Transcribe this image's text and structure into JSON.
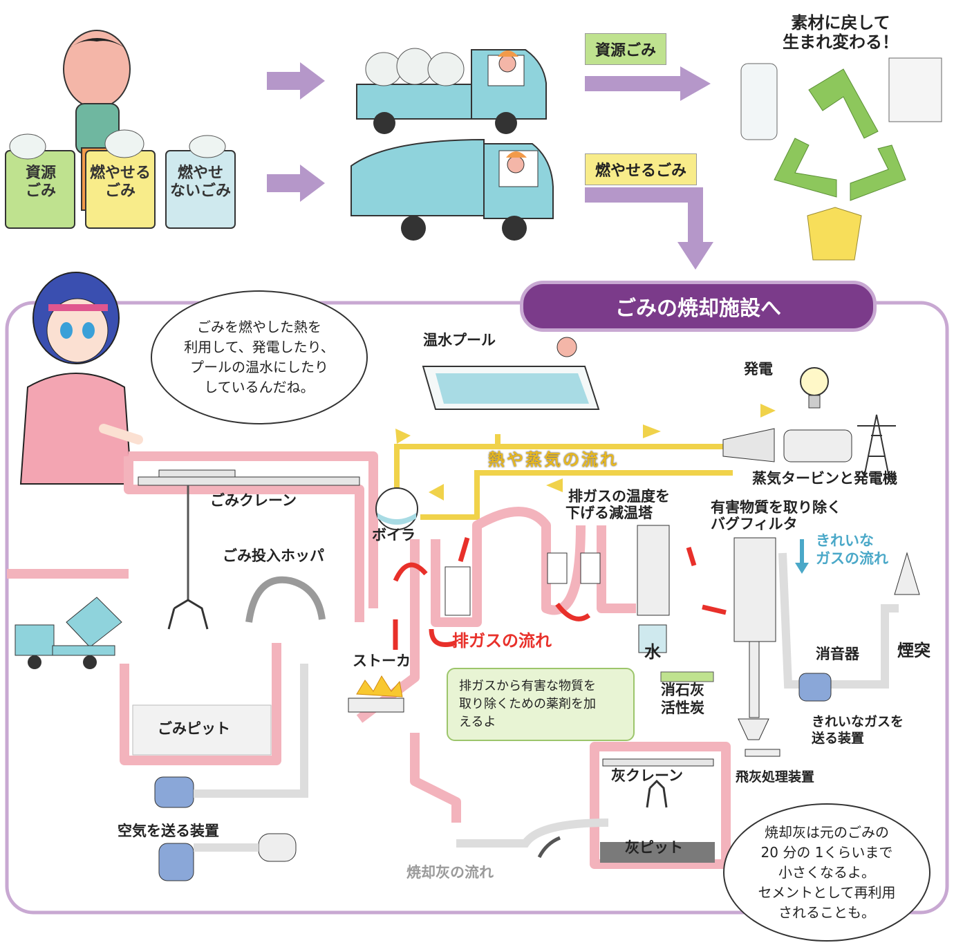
{
  "bins": {
    "shigen": "資源\nごみ",
    "moyaseru": "燃やせる\nごみ",
    "moyasenai": "燃やせ\nないごみ"
  },
  "tags": {
    "shigen_gomi": "資源ごみ",
    "moyaseru_gomi": "燃やせるごみ"
  },
  "recycle_caption_line1": "素材に戻して",
  "recycle_caption_line2": "生まれ変わる！",
  "facility_title": "ごみの焼却施設へ",
  "speech_girl": [
    "ごみを燃やした熱を",
    "利用して、発電したり、",
    "プールの温水にしたり",
    "しているんだね。"
  ],
  "speech_ash": [
    "焼却灰は元のごみの",
    "20 分の 1くらいまで",
    "小さくなるよ。",
    "セメントとして再利用",
    "されることも。"
  ],
  "note_chemicals": [
    "排ガスから有害な物質を",
    "取り除くための薬剤を加",
    "えるよ"
  ],
  "labels": {
    "pool": "温水プール",
    "power": "発電",
    "heat_flow": "熱や蒸気の流れ",
    "turbine": "蒸気タービンと発電機",
    "exhaust_cool_1": "排ガスの温度を",
    "exhaust_cool_2": "下げる減温塔",
    "bag_filter_1": "有害物質を取り除く",
    "bag_filter_2": "バグフィルタ",
    "clean_gas_1": "きれいな",
    "clean_gas_2": "ガスの流れ",
    "crane": "ごみクレーン",
    "hopper": "ごみ投入ホッパ",
    "boiler": "ボイラ",
    "stoker": "ストーカ",
    "exhaust_flow": "排ガスの流れ",
    "water": "水",
    "lime_1": "消石灰",
    "lime_2": "活性炭",
    "silencer": "消音器",
    "chimney": "煙突",
    "clean_gas_fan_1": "きれいなガスを",
    "clean_gas_fan_2": "送る装置",
    "pit": "ごみピット",
    "ash_crane": "灰クレーン",
    "fly_ash": "飛灰処理装置",
    "air_fan": "空気を送る装置",
    "ash_pit": "灰ピット",
    "ash_flow": "焼却灰の流れ"
  },
  "colors": {
    "arrow_purple": "#b597c9",
    "frame_purple": "#c8a8d2",
    "title_purple": "#7b3b8a",
    "heat_yellow": "#f0d24a",
    "exhaust_red": "#e8302a",
    "clean_teal": "#4aa8c8",
    "pipe_pink": "#f3b3bc",
    "shigen_green": "#bfe28f",
    "moyaseru_yellow": "#f8ec8a",
    "note_green": "#e8f4d4"
  }
}
